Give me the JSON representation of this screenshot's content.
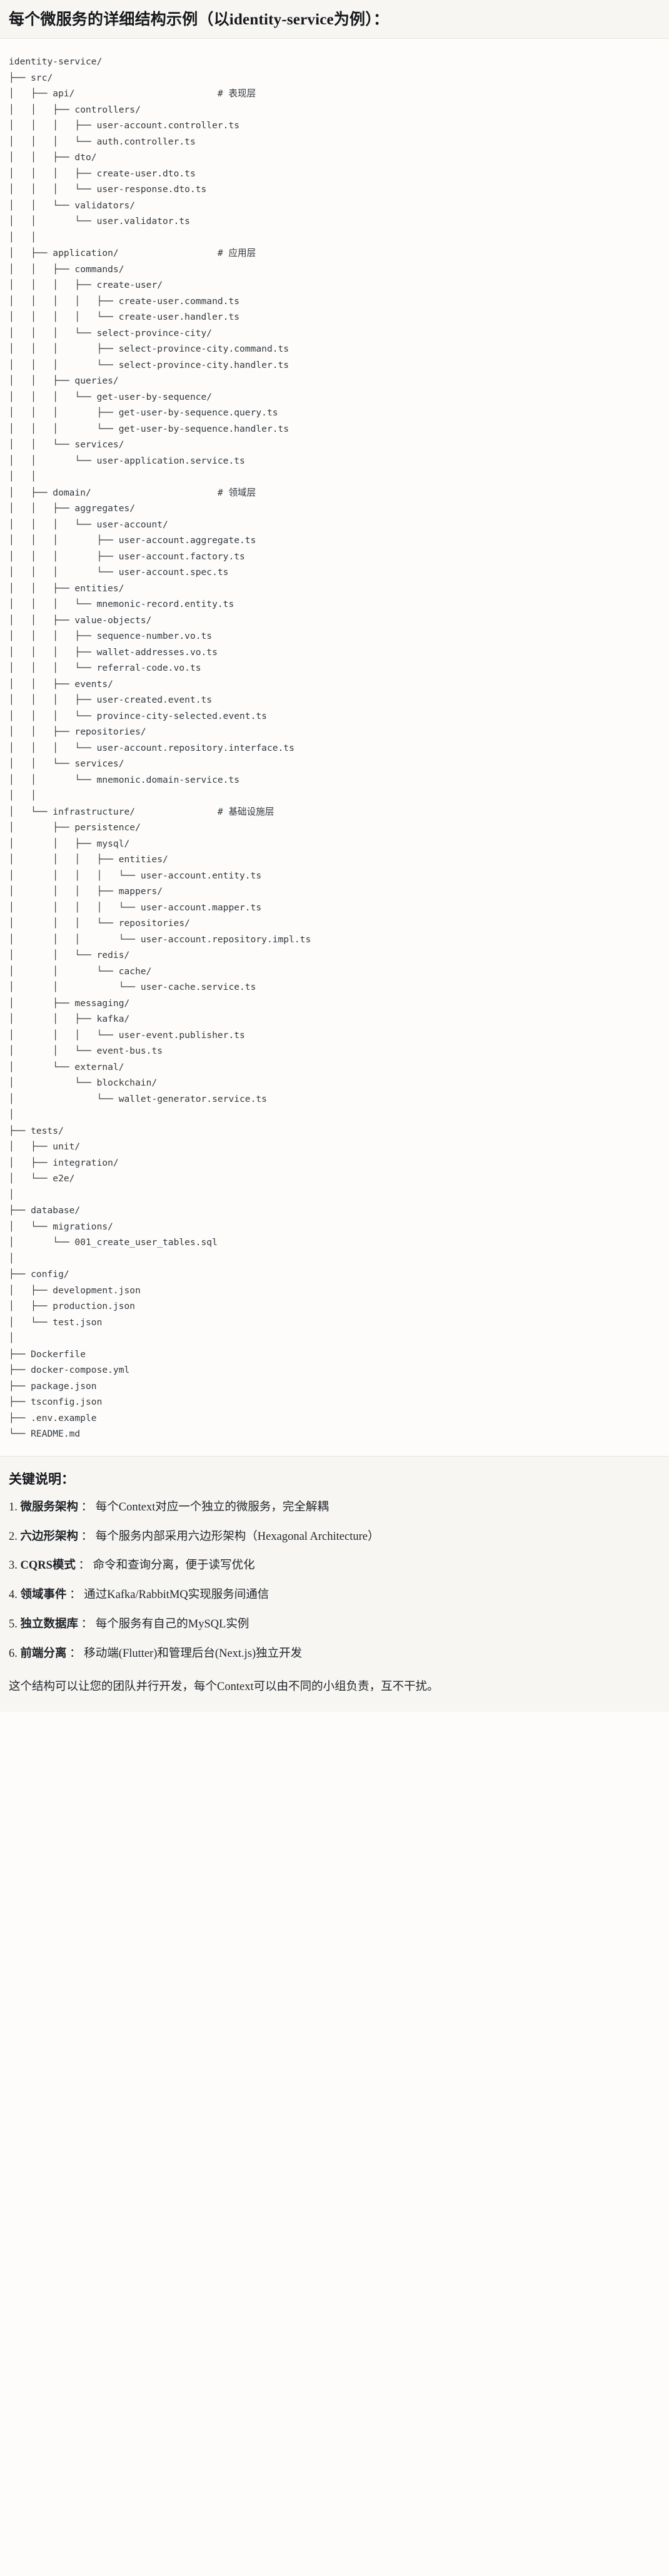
{
  "header": {
    "title": "每个微服务的详细结构示例（以identity-service为例）："
  },
  "tree": {
    "root": "identity-service/",
    "comments": {
      "api": "# 表现层",
      "application": "# 应用层",
      "domain": "# 领域层",
      "infrastructure": "# 基础设施层"
    },
    "text": "identity-service/\n├── src/\n│   ├── api/                          # 表现层\n│   │   ├── controllers/\n│   │   │   ├── user-account.controller.ts\n│   │   │   └── auth.controller.ts\n│   │   ├── dto/\n│   │   │   ├── create-user.dto.ts\n│   │   │   └── user-response.dto.ts\n│   │   └── validators/\n│   │       └── user.validator.ts\n│   │\n│   ├── application/                  # 应用层\n│   │   ├── commands/\n│   │   │   ├── create-user/\n│   │   │   │   ├── create-user.command.ts\n│   │   │   │   └── create-user.handler.ts\n│   │   │   └── select-province-city/\n│   │   │       ├── select-province-city.command.ts\n│   │   │       └── select-province-city.handler.ts\n│   │   ├── queries/\n│   │   │   └── get-user-by-sequence/\n│   │   │       ├── get-user-by-sequence.query.ts\n│   │   │       └── get-user-by-sequence.handler.ts\n│   │   └── services/\n│   │       └── user-application.service.ts\n│   │\n│   ├── domain/                       # 领域层\n│   │   ├── aggregates/\n│   │   │   └── user-account/\n│   │   │       ├── user-account.aggregate.ts\n│   │   │       ├── user-account.factory.ts\n│   │   │       └── user-account.spec.ts\n│   │   ├── entities/\n│   │   │   └── mnemonic-record.entity.ts\n│   │   ├── value-objects/\n│   │   │   ├── sequence-number.vo.ts\n│   │   │   ├── wallet-addresses.vo.ts\n│   │   │   └── referral-code.vo.ts\n│   │   ├── events/\n│   │   │   ├── user-created.event.ts\n│   │   │   └── province-city-selected.event.ts\n│   │   ├── repositories/\n│   │   │   └── user-account.repository.interface.ts\n│   │   └── services/\n│   │       └── mnemonic.domain-service.ts\n│   │\n│   └── infrastructure/               # 基础设施层\n│       ├── persistence/\n│       │   ├── mysql/\n│       │   │   ├── entities/\n│       │   │   │   └── user-account.entity.ts\n│       │   │   ├── mappers/\n│       │   │   │   └── user-account.mapper.ts\n│       │   │   └── repositories/\n│       │   │       └── user-account.repository.impl.ts\n│       │   └── redis/\n│       │       └── cache/\n│       │           └── user-cache.service.ts\n│       ├── messaging/\n│       │   ├── kafka/\n│       │   │   └── user-event.publisher.ts\n│       │   └── event-bus.ts\n│       └── external/\n│           └── blockchain/\n│               └── wallet-generator.service.ts\n│\n├── tests/\n│   ├── unit/\n│   ├── integration/\n│   └── e2e/\n│\n├── database/\n│   └── migrations/\n│       └── 001_create_user_tables.sql\n│\n├── config/\n│   ├── development.json\n│   ├── production.json\n│   └── test.json\n│\n├── Dockerfile\n├── docker-compose.yml\n├── package.json\n├── tsconfig.json\n├── .env.example\n└── README.md"
  },
  "notes": {
    "title": "关键说明：",
    "items": [
      {
        "num": "1.",
        "label": "微服务架构",
        "sep": "：",
        "text": "每个Context对应一个独立的微服务，完全解耦"
      },
      {
        "num": "2.",
        "label": "六边形架构",
        "sep": "：",
        "text": "每个服务内部采用六边形架构（Hexagonal Architecture）"
      },
      {
        "num": "3.",
        "label": "CQRS模式",
        "sep": "：",
        "text": "命令和查询分离，便于读写优化"
      },
      {
        "num": "4.",
        "label": "领域事件",
        "sep": "：",
        "text": "通过Kafka/RabbitMQ实现服务间通信"
      },
      {
        "num": "5.",
        "label": "独立数据库",
        "sep": "：",
        "text": "每个服务有自己的MySQL实例"
      },
      {
        "num": "6.",
        "label": "前端分离",
        "sep": "：",
        "text": "移动端(Flutter)和管理后台(Next.js)独立开发"
      }
    ],
    "footer": "这个结构可以让您的团队并行开发，每个Context可以由不同的小组负责，互不干扰。"
  }
}
